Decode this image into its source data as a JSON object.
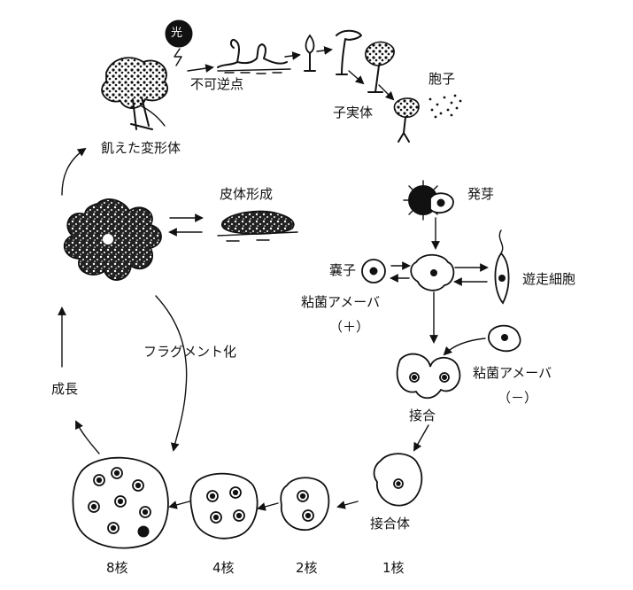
{
  "labels": {
    "light": "光",
    "irreversible_point": "不可逆点",
    "starved_plasmodium": "飢えた変形体",
    "fruiting_body": "子実体",
    "spore": "胞子",
    "sclerotium_formation": "皮体形成",
    "germination": "発芽",
    "cyst": "嚢子",
    "swarm_cell": "遊走細胞",
    "myxamoeba_plus": "粘菌アメーバ",
    "plus_sign": "（＋）",
    "fragmentation": "フラグメント化",
    "myxamoeba_minus": "粘菌アメーバ",
    "minus_sign": "（－）",
    "growth": "成長",
    "fusion": "接合",
    "zygote": "接合体",
    "nuclei_8": "8核",
    "nuclei_4": "4核",
    "nuclei_2": "2核",
    "nuclei_1": "1核"
  }
}
